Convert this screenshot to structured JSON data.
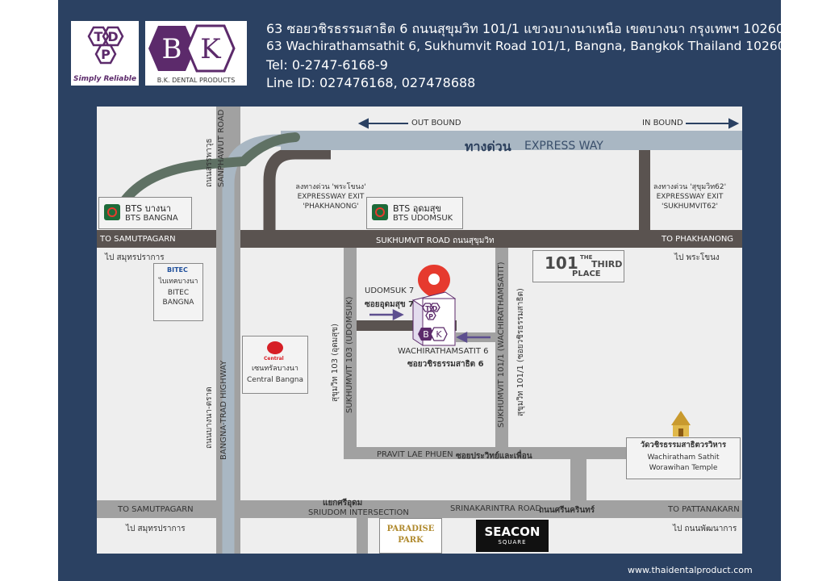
{
  "header": {
    "address_th": "63 ซอยวชิรธรรมสาธิต 6 ถนนสุขุมวิท 101/1 แขวงบางนาเหนือ เขตบางนา กรุงเทพฯ 10260",
    "address_en": "63 Wachirathamsathit 6, Sukhumvit Road 101/1, Bangna, Bangkok Thailand 10260",
    "tel": "Tel: 0-2747-6168-9",
    "line_id": "Line ID: 027476168, 027478688"
  },
  "logos": {
    "tdp": {
      "tagline": "Simply Reliable",
      "letters": [
        "T",
        "D",
        "P"
      ]
    },
    "bk": {
      "letters": [
        "B",
        "K"
      ],
      "caption": "B.K. DENTAL PRODUCTS"
    }
  },
  "colors": {
    "panel": "#2b4162",
    "road": "#5a5350",
    "expressway": "#a9b7c3",
    "pin": "#e63a2e",
    "arrow": "#5d4f8f",
    "brand": "#5c2a6b"
  },
  "map": {
    "outbound": "OUT BOUND",
    "inbound": "IN BOUND",
    "expressway_th": "ทางด่วน",
    "expressway_en": "EXPRESS WAY",
    "exit_left": [
      "ลงทางด่วน 'พระโขนง'",
      "EXPRESSWAY EXIT",
      "'PHAKHANONG'"
    ],
    "exit_right": [
      "ลงทางด่วน 'สุขุมวิท62'",
      "EXPRESSWAY EXIT",
      "'SUKHUMVIT62'"
    ],
    "bts_bangna": [
      "BTS บางนา",
      "BTS BANGNA"
    ],
    "bts_udomsuk": [
      "BTS อุดมสุข",
      "BTS UDOMSUK"
    ],
    "to_samutpagarn": "TO SAMUTPAGARN",
    "to_samutpagarn_th": "ไป สมุทรปราการ",
    "sukhumvit_road": "SUKHUMVIT ROAD ถนนสุขุมวิท",
    "to_phakhanong": "TO PHAKHANONG",
    "to_phakhanong_th": "ไป พระโขนง",
    "sanphawut_road": "SANPHAWUT ROAD",
    "sanphawut_th": "ถนนสรรพาวุธ",
    "bitec": [
      "BITEC",
      "ไบเทคบางนา",
      "BITEC",
      "BANGNA"
    ],
    "third_place": [
      "101",
      "THE",
      "THIRD",
      "PLACE"
    ],
    "udomsuk7": [
      "UDOMSUK 7",
      "ซอยอุดมสุข 7"
    ],
    "wachira6": [
      "WACHIRATHAMSATIT 6",
      "ซอยวชิรธรรมสาธิต 6"
    ],
    "central": [
      "Central",
      "เซนทรัลบางนา",
      "Central Bangna"
    ],
    "bangna_trad": "BANGNA-TRAD HIGHWAY",
    "bangna_trad_th": "ถนนบางนา-ตราด",
    "sukhumvit103": "SUKHUMVIT 103 (UDOMSUK)",
    "sukhumvit103_th": "สุขุมวิท 103 (อุดมสุข)",
    "sukhumvit101": "SUKHUMVIT 101/1 (WACHIRATHAMSATIT)",
    "sukhumvit101_th": "สุขุมวิท 101/1 (ซอยวชิรธรรมสาธิต)",
    "temple": [
      "วัดวชิรธรรมสาธิตวรวิหาร",
      "Wachiratham Sathit",
      "Worawihan Temple"
    ],
    "pravit": "PRAVIT LAE PHUEN",
    "pravit_th": "ซอยประวิทย์และเพื่อน",
    "to_pattanakarn": "TO PATTANAKARN",
    "to_pattanakarn_th": "ไป ถนนพัฒนาการ",
    "sriudom_th": "แยกศรีอุดม",
    "sriudom_en": "SRIUDOM INTERSECTION",
    "srinakarintra": "SRINAKARINTRA ROAD",
    "srinakarintra_th": "ถนนศรีนครินทร์",
    "paradise": [
      "PARADISE",
      "PARK"
    ],
    "seacon": [
      "SEACON",
      "SQUARE"
    ],
    "marker_logo_tdp": [
      "T",
      "D",
      "P"
    ],
    "marker_logo_bk": [
      "B",
      "K"
    ]
  },
  "footer": {
    "website": "www.thaidentalproduct.com"
  }
}
